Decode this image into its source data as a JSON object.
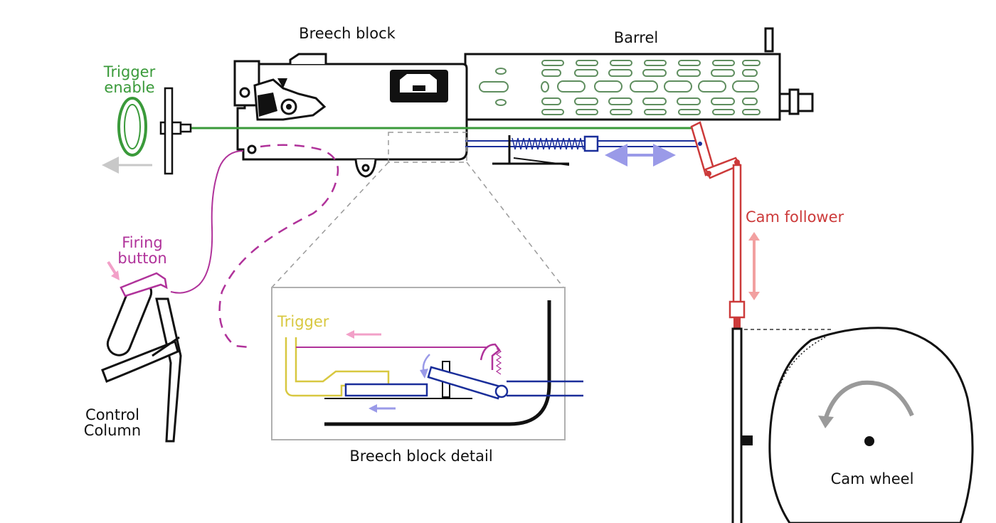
{
  "labels": {
    "breech_block": "Breech block",
    "barrel": "Barrel",
    "trigger_enable": [
      "Trigger",
      "enable"
    ],
    "firing_button": [
      "Firing",
      "button"
    ],
    "control_column": [
      "Control",
      "Column"
    ],
    "trigger": "Trigger",
    "breech_block_detail": "Breech block detail",
    "cam_follower": "Cam follower",
    "cam_wheel": "Cam wheel"
  },
  "colors": {
    "outline": "#111111",
    "trigger_enable": "#3a9a3a",
    "firing_link": "#b0329a",
    "firing_arrow": "#f2a0c8",
    "cam_follower": "#cc3a3a",
    "cam_arrow": "#f2a0a0",
    "trigger": "#d8c840",
    "detail_link": "#1a2e9a",
    "motion_arrow": "#9a9ae8",
    "grey_arrow": "#9a9a9a",
    "inset_frame": "#b0b0b0",
    "holes": "#5f8e5f"
  }
}
